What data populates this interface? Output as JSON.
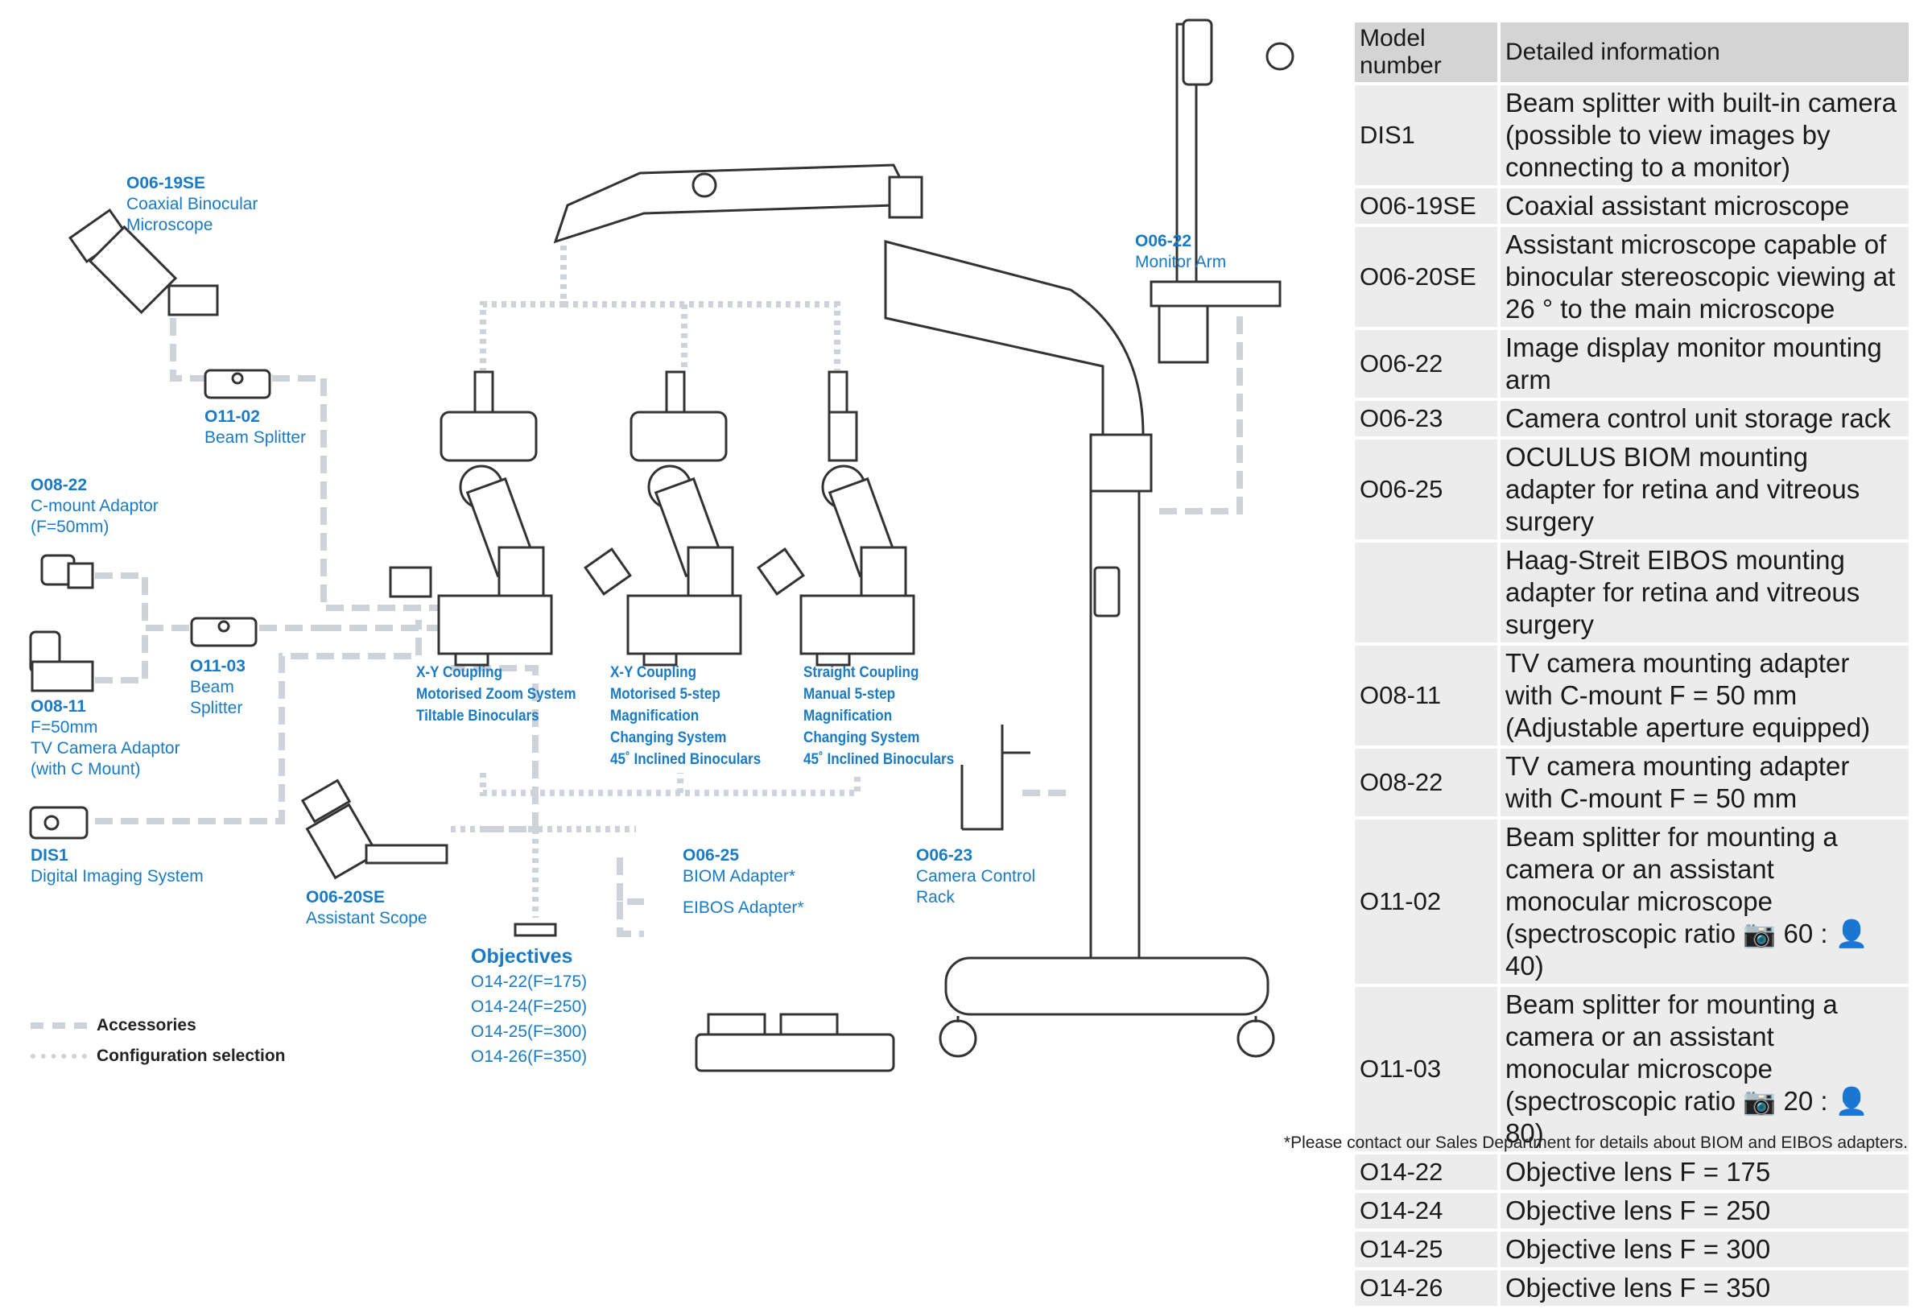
{
  "accessories": [
    {
      "code": "O06-19SE",
      "desc": [
        "Coaxial Binocular",
        "Microscope"
      ]
    },
    {
      "code": "O11-02",
      "desc": [
        "Beam Splitter"
      ]
    },
    {
      "code": "O08-22",
      "desc": [
        "C-mount Adaptor",
        "(F=50mm)"
      ]
    },
    {
      "code": "O11-03",
      "desc": [
        "Beam",
        "Splitter"
      ]
    },
    {
      "code": "O08-11",
      "desc": [
        "F=50mm",
        "TV Camera Adaptor",
        "(with C Mount)"
      ]
    },
    {
      "code": "DIS1",
      "desc": [
        "Digital Imaging System"
      ]
    },
    {
      "code": "O06-20SE",
      "desc": [
        "Assistant Scope"
      ]
    },
    {
      "code": "O06-25",
      "desc": [
        "BIOM Adapter*"
      ]
    },
    {
      "code": "",
      "desc": [
        "EIBOS Adapter*"
      ]
    },
    {
      "code": "O06-23",
      "desc": [
        "Camera Control",
        "Rack"
      ]
    },
    {
      "code": "O06-22",
      "desc": [
        "Monitor Arm"
      ]
    }
  ],
  "objectives": {
    "title": "Objectives",
    "items": [
      "O14-22(F=175)",
      "O14-24(F=250)",
      "O14-25(F=300)",
      "O14-26(F=350)"
    ]
  },
  "configurations": [
    [
      "X-Y Coupling",
      "Motorised Zoom System",
      "Tiltable Binoculars"
    ],
    [
      "X-Y Coupling",
      "Motorised 5-step",
      "Magnification",
      "Changing System",
      "45˚ Inclined Binoculars"
    ],
    [
      "Straight Coupling",
      "Manual 5-step",
      "Magnification",
      "Changing System",
      "45˚ Inclined Binoculars"
    ]
  ],
  "legend": {
    "accessories": "Accessories",
    "configuration": "Configuration selection"
  },
  "table": {
    "headers": [
      "Model number",
      "Detailed information"
    ],
    "rows": [
      {
        "model": "DIS1",
        "info": "Beam splitter with built-in camera (possible to view images by connecting to a monitor)"
      },
      {
        "model": "O06-19SE",
        "info": "Coaxial assistant microscope"
      },
      {
        "model": "O06-20SE",
        "info": "Assistant microscope capable of binocular stereoscopic viewing at 26 ° to the main microscope"
      },
      {
        "model": "O06-22",
        "info": "Image display monitor mounting arm"
      },
      {
        "model": "O06-23",
        "info": "Camera control unit storage rack"
      },
      {
        "model": "O06-25",
        "info": "OCULUS BIOM mounting adapter for retina and vitreous surgery"
      },
      {
        "model": "",
        "info": "Haag-Streit EIBOS mounting adapter for retina and vitreous surgery"
      },
      {
        "model": "O08-11",
        "info": "TV camera mounting adapter with C-mount F = 50 mm (Adjustable aperture equipped)"
      },
      {
        "model": "O08-22",
        "info": "TV camera mounting adapter with C-mount F = 50 mm"
      },
      {
        "model": "O11-02",
        "info": "Beam splitter for mounting a camera or an assistant monocular microscope (spectroscopic ratio 📷 60 : 👤 40)"
      },
      {
        "model": "O11-03",
        "info": "Beam splitter for mounting a camera or an assistant monocular microscope (spectroscopic ratio 📷 20 : 👤 80)"
      },
      {
        "model": "O14-22",
        "info": "Objective lens F = 175"
      },
      {
        "model": "O14-24",
        "info": "Objective lens F = 250"
      },
      {
        "model": "O14-25",
        "info": "Objective lens F = 300"
      },
      {
        "model": "O14-26",
        "info": "Objective lens F = 350"
      }
    ]
  },
  "footnote": "*Please contact our Sales Department for details about BIOM and EIBOS adapters."
}
